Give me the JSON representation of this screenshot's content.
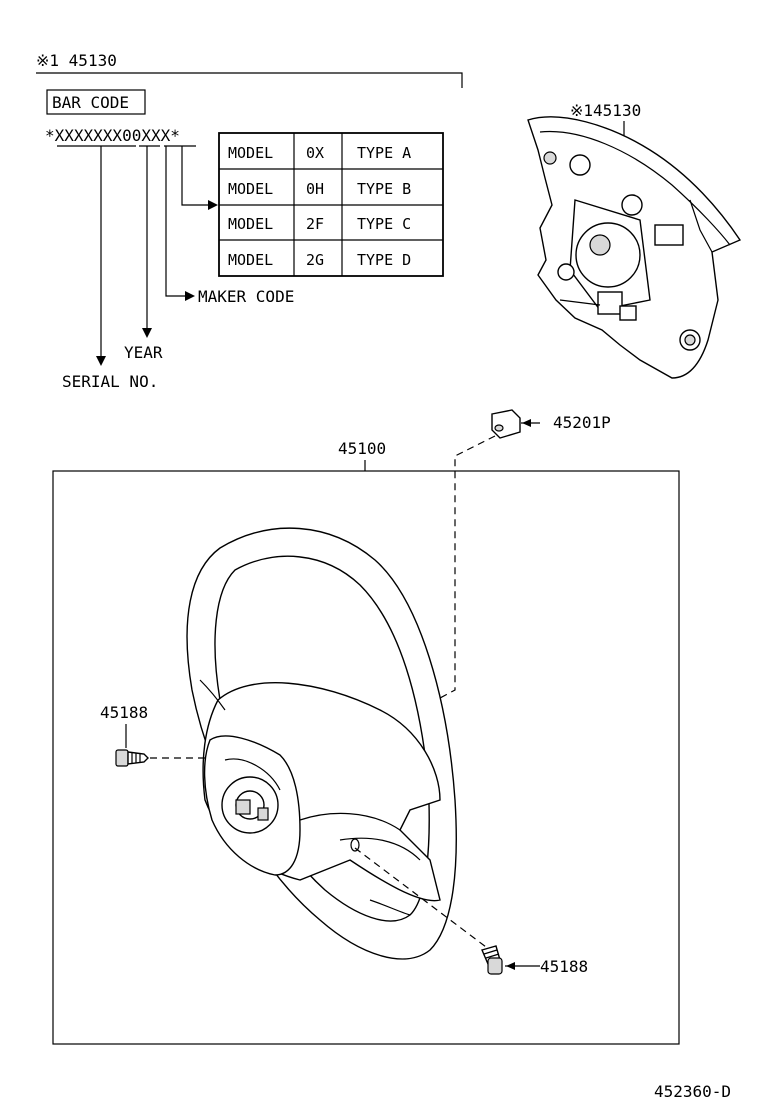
{
  "header": {
    "top_ref": "※1 45130",
    "bar_code_label": "BAR CODE",
    "bar_code_pattern": "*XXXXXXX00XXX*"
  },
  "code_table": {
    "rows": [
      {
        "model": "MODEL",
        "code": "0X",
        "type": "TYPE A"
      },
      {
        "model": "MODEL",
        "code": "0H",
        "type": "TYPE B"
      },
      {
        "model": "MODEL",
        "code": "2F",
        "type": "TYPE C"
      },
      {
        "model": "MODEL",
        "code": "2G",
        "type": "TYPE D"
      }
    ]
  },
  "legend": {
    "maker_code": "MAKER CODE",
    "year": "YEAR",
    "serial_no": "SERIAL NO."
  },
  "parts": {
    "pad_ref": "※145130",
    "nut_ref": "45201P",
    "wheel_ref": "45100",
    "screw_left_ref": "45188",
    "screw_right_ref": "45188"
  },
  "footer": {
    "diagram_id": "452360-D"
  }
}
